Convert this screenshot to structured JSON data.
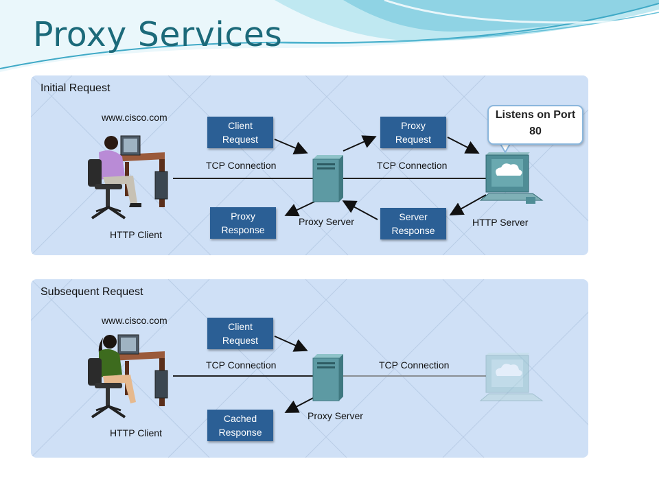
{
  "slide": {
    "title": "Proxy Services"
  },
  "initial": {
    "heading": "Initial Request",
    "website": "www.cisco.com",
    "client_request": [
      "Client",
      "Request"
    ],
    "proxy_request": [
      "Proxy",
      "Request"
    ],
    "proxy_response": [
      "Proxy",
      "Response"
    ],
    "server_response": [
      "Server",
      "Response"
    ],
    "tcp_left": "TCP Connection",
    "tcp_right": "TCP Connection",
    "proxy_server": "Proxy Server",
    "http_client": "HTTP Client",
    "http_server": "HTTP Server",
    "callout": [
      "Listens on Port",
      "80"
    ]
  },
  "subsequent": {
    "heading": "Subsequent Request",
    "website": "www.cisco.com",
    "client_request": [
      "Client",
      "Request"
    ],
    "cached_response": [
      "Cached",
      "Response"
    ],
    "tcp_left": "TCP Connection",
    "tcp_right": "TCP Connection",
    "proxy_server": "Proxy Server",
    "http_client": "HTTP Client"
  },
  "colors": {
    "title": "#1c6a7a",
    "panel": "#cfe0f6",
    "box": "#2b5f95",
    "server_tower": "#5d9aa3"
  }
}
